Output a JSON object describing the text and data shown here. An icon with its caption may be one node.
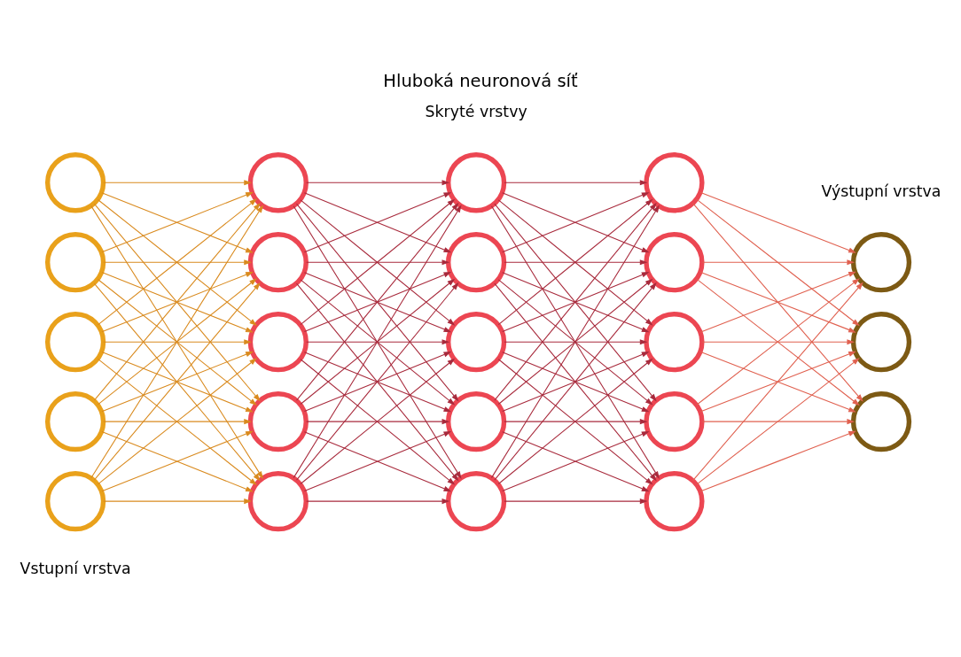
{
  "diagram": {
    "title": "Hluboká neuronová síť",
    "nodes": [
      {
        "text": [],
        "shape": "circle"
      },
      {
        "text": [],
        "shape": "circle"
      },
      {
        "text": [],
        "shape": "circle"
      },
      {
        "text": [],
        "shape": "circle"
      },
      {
        "text": [],
        "shape": "circle"
      },
      {
        "text": [],
        "shape": "circle"
      },
      {
        "text": [],
        "shape": "circle"
      },
      {
        "text": [],
        "shape": "circle"
      },
      {
        "text": [],
        "shape": "circle"
      },
      {
        "text": [],
        "shape": "circle"
      },
      {
        "text": [],
        "shape": "circle"
      },
      {
        "text": [],
        "shape": "circle"
      },
      {
        "text": [],
        "shape": "circle"
      },
      {
        "text": [],
        "shape": "circle"
      },
      {
        "text": [],
        "shape": "circle"
      },
      {
        "text": [],
        "shape": "circle"
      },
      {
        "text": [],
        "shape": "circle"
      },
      {
        "text": [],
        "shape": "circle"
      },
      {
        "text": [],
        "shape": "circle"
      },
      {
        "text": [],
        "shape": "circle"
      },
      {
        "text": [],
        "shape": "circle"
      },
      {
        "text": [],
        "shape": "circle"
      },
      {
        "text": [],
        "shape": "circle"
      }
    ],
    "edges": [
      {
        "from": 0,
        "to": 5,
        "arrow": "to",
        "color": "#d98a1e"
      },
      {
        "from": 0,
        "to": 6,
        "arrow": "to",
        "color": "#d98a1e"
      },
      {
        "from": 0,
        "to": 7,
        "arrow": "to",
        "color": "#d98a1e"
      },
      {
        "from": 0,
        "to": 8,
        "arrow": "to",
        "color": "#d98a1e"
      },
      {
        "from": 0,
        "to": 9,
        "arrow": "to",
        "color": "#d98a1e"
      },
      {
        "from": 1,
        "to": 5,
        "arrow": "to",
        "color": "#d98a1e"
      },
      {
        "from": 1,
        "to": 6,
        "arrow": "to",
        "color": "#d98a1e"
      },
      {
        "from": 1,
        "to": 7,
        "arrow": "to",
        "color": "#d98a1e"
      },
      {
        "from": 1,
        "to": 8,
        "arrow": "to",
        "color": "#d98a1e"
      },
      {
        "from": 1,
        "to": 9,
        "arrow": "to",
        "color": "#d98a1e"
      },
      {
        "from": 2,
        "to": 5,
        "arrow": "to",
        "color": "#d98a1e"
      },
      {
        "from": 2,
        "to": 6,
        "arrow": "to",
        "color": "#d98a1e"
      },
      {
        "from": 2,
        "to": 7,
        "arrow": "to",
        "color": "#d98a1e"
      },
      {
        "from": 2,
        "to": 8,
        "arrow": "to",
        "color": "#d98a1e"
      },
      {
        "from": 2,
        "to": 9,
        "arrow": "to",
        "color": "#d98a1e"
      },
      {
        "from": 3,
        "to": 5,
        "arrow": "to",
        "color": "#d98a1e"
      },
      {
        "from": 3,
        "to": 6,
        "arrow": "to",
        "color": "#d98a1e"
      },
      {
        "from": 3,
        "to": 7,
        "arrow": "to",
        "color": "#d98a1e"
      },
      {
        "from": 3,
        "to": 8,
        "arrow": "to",
        "color": "#d98a1e"
      },
      {
        "from": 3,
        "to": 9,
        "arrow": "to",
        "color": "#d98a1e"
      },
      {
        "from": 4,
        "to": 5,
        "arrow": "to",
        "color": "#d98a1e"
      },
      {
        "from": 4,
        "to": 6,
        "arrow": "to",
        "color": "#d98a1e"
      },
      {
        "from": 4,
        "to": 7,
        "arrow": "to",
        "color": "#d98a1e"
      },
      {
        "from": 4,
        "to": 8,
        "arrow": "to",
        "color": "#d98a1e"
      },
      {
        "from": 4,
        "to": 9,
        "arrow": "to",
        "color": "#d98a1e"
      },
      {
        "from": 5,
        "to": 10,
        "arrow": "to"
      },
      {
        "from": 5,
        "to": 11,
        "arrow": "to"
      },
      {
        "from": 5,
        "to": 12,
        "arrow": "to"
      },
      {
        "from": 5,
        "to": 13,
        "arrow": "to"
      },
      {
        "from": 5,
        "to": 14,
        "arrow": "to"
      },
      {
        "from": 6,
        "to": 10,
        "arrow": "to"
      },
      {
        "from": 6,
        "to": 11,
        "arrow": "to"
      },
      {
        "from": 6,
        "to": 12,
        "arrow": "to"
      },
      {
        "from": 6,
        "to": 13,
        "arrow": "to"
      },
      {
        "from": 6,
        "to": 14,
        "arrow": "to"
      },
      {
        "from": 7,
        "to": 10,
        "arrow": "to"
      },
      {
        "from": 7,
        "to": 11,
        "arrow": "to"
      },
      {
        "from": 7,
        "to": 12,
        "arrow": "to"
      },
      {
        "from": 7,
        "to": 13,
        "arrow": "to"
      },
      {
        "from": 7,
        "to": 14,
        "arrow": "to"
      },
      {
        "from": 8,
        "to": 10,
        "arrow": "to"
      },
      {
        "from": 8,
        "to": 11,
        "arrow": "to"
      },
      {
        "from": 8,
        "to": 12,
        "arrow": "to"
      },
      {
        "from": 8,
        "to": 13,
        "arrow": "to"
      },
      {
        "from": 8,
        "to": 14,
        "arrow": "to"
      },
      {
        "from": 9,
        "to": 10,
        "arrow": "to"
      },
      {
        "from": 9,
        "to": 11,
        "arrow": "to"
      },
      {
        "from": 9,
        "to": 12,
        "arrow": "to"
      },
      {
        "from": 9,
        "to": 13,
        "arrow": "to"
      },
      {
        "from": 9,
        "to": 14,
        "arrow": "to"
      },
      {
        "from": 10,
        "to": 15,
        "arrow": "to"
      },
      {
        "from": 10,
        "to": 16,
        "arrow": "to"
      },
      {
        "from": 10,
        "to": 17,
        "arrow": "to"
      },
      {
        "from": 10,
        "to": 18,
        "arrow": "to"
      },
      {
        "from": 10,
        "to": 19,
        "arrow": "to"
      },
      {
        "from": 11,
        "to": 15,
        "arrow": "to"
      },
      {
        "from": 11,
        "to": 16,
        "arrow": "to"
      },
      {
        "from": 11,
        "to": 17,
        "arrow": "to"
      },
      {
        "from": 11,
        "to": 18,
        "arrow": "to"
      },
      {
        "from": 11,
        "to": 19,
        "arrow": "to"
      },
      {
        "from": 12,
        "to": 15,
        "arrow": "to"
      },
      {
        "from": 12,
        "to": 16,
        "arrow": "to"
      },
      {
        "from": 12,
        "to": 17,
        "arrow": "to"
      },
      {
        "from": 12,
        "to": 18,
        "arrow": "to"
      },
      {
        "from": 12,
        "to": 19,
        "arrow": "to"
      },
      {
        "from": 13,
        "to": 15,
        "arrow": "to"
      },
      {
        "from": 13,
        "to": 16,
        "arrow": "to"
      },
      {
        "from": 13,
        "to": 17,
        "arrow": "to"
      },
      {
        "from": 13,
        "to": 18,
        "arrow": "to"
      },
      {
        "from": 13,
        "to": 19,
        "arrow": "to"
      },
      {
        "from": 14,
        "to": 15,
        "arrow": "to"
      },
      {
        "from": 14,
        "to": 16,
        "arrow": "to"
      },
      {
        "from": 14,
        "to": 17,
        "arrow": "to"
      },
      {
        "from": 14,
        "to": 18,
        "arrow": "to"
      },
      {
        "from": 14,
        "to": 19,
        "arrow": "to"
      },
      {
        "from": 15,
        "to": 20,
        "arrow": "to",
        "color": "#e0604f"
      },
      {
        "from": 15,
        "to": 21,
        "arrow": "to",
        "color": "#e0604f"
      },
      {
        "from": 15,
        "to": 22,
        "arrow": "to",
        "color": "#e0604f"
      },
      {
        "from": 16,
        "to": 20,
        "arrow": "to",
        "color": "#e0604f"
      },
      {
        "from": 16,
        "to": 21,
        "arrow": "to",
        "color": "#e0604f"
      },
      {
        "from": 16,
        "to": 22,
        "arrow": "to",
        "color": "#e0604f"
      },
      {
        "from": 17,
        "to": 20,
        "arrow": "to",
        "color": "#e0604f"
      },
      {
        "from": 17,
        "to": 21,
        "arrow": "to",
        "color": "#e0604f"
      },
      {
        "from": 17,
        "to": 22,
        "arrow": "to",
        "color": "#e0604f"
      },
      {
        "from": 18,
        "to": 20,
        "arrow": "to",
        "color": "#e0604f"
      },
      {
        "from": 18,
        "to": 21,
        "arrow": "to",
        "color": "#e0604f"
      },
      {
        "from": 18,
        "to": 22,
        "arrow": "to",
        "color": "#e0604f"
      },
      {
        "from": 19,
        "to": 20,
        "arrow": "to",
        "color": "#e0604f"
      },
      {
        "from": 19,
        "to": 21,
        "arrow": "to",
        "color": "#e0604f"
      },
      {
        "from": 19,
        "to": 22,
        "arrow": "to",
        "color": "#e0604f"
      }
    ],
    "labels": [
      "Vstupní vrstva",
      "Skryté vrstvy",
      "Výstupní vrstva"
    ]
  }
}
